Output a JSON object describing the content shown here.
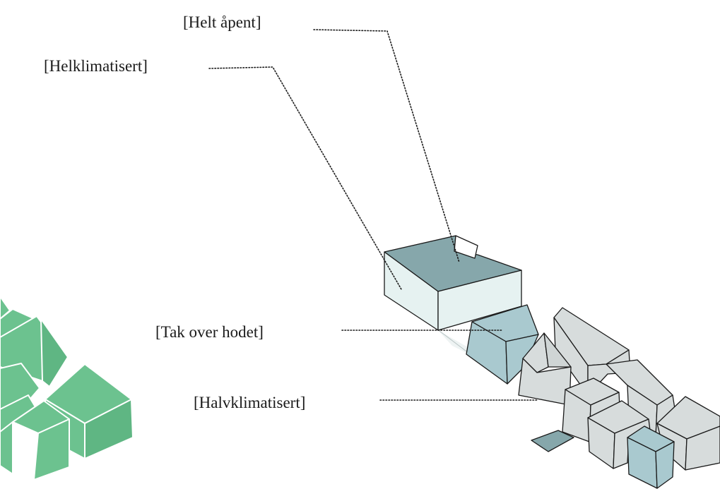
{
  "labels": {
    "helt_apent": "[Helt åpent]",
    "helklimatisert": "[Helklimatisert]",
    "tak_over_hodet": "[Tak over hodet]",
    "halvklimatisert": "[Halvklimatisert]"
  },
  "colors": {
    "green_fill": "#6cc28f",
    "dark_teal_roof": "#86a7ab",
    "pale_wall": "#e6f2f1",
    "light_blue": "#a9c9cf",
    "light_grey": "#d7dcdc",
    "outline": "#1a1a1a"
  }
}
